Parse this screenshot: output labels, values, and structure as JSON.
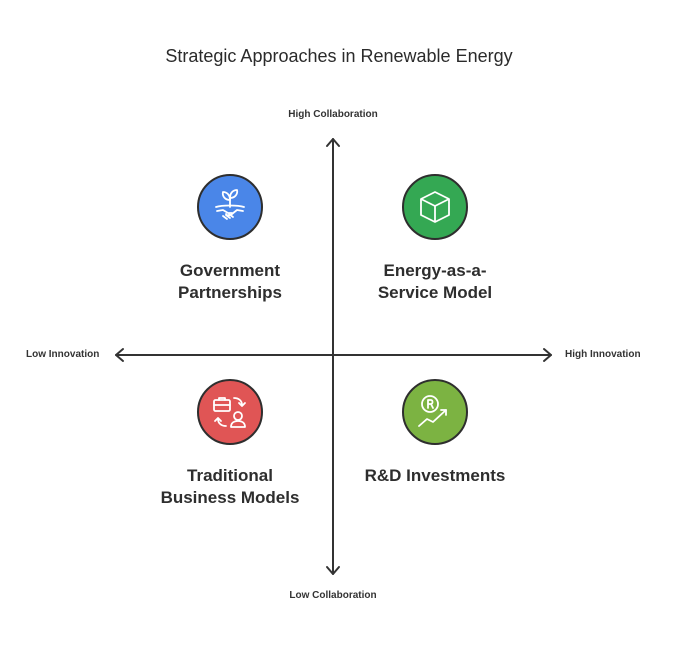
{
  "title": "Strategic Approaches in Renewable Energy",
  "axes": {
    "top": "High Collaboration",
    "bottom": "Low Collaboration",
    "left": "Low Innovation",
    "right": "High Innovation"
  },
  "quadrants": {
    "top_left": {
      "label_line1": "Government",
      "label_line2": "Partnerships",
      "icon": "plant-handshake-icon",
      "color": "#4a86e8"
    },
    "top_right": {
      "label_line1": "Energy-as-a-",
      "label_line2": "Service Model",
      "icon": "cube-icon",
      "color": "#34a853"
    },
    "bottom_left": {
      "label_line1": "Traditional",
      "label_line2": "Business Models",
      "icon": "briefcase-person-icon",
      "color": "#e05555"
    },
    "bottom_right": {
      "label_line1": "R&D Investments",
      "label_line2": "",
      "icon": "growth-coin-icon",
      "color": "#7cb342"
    }
  }
}
